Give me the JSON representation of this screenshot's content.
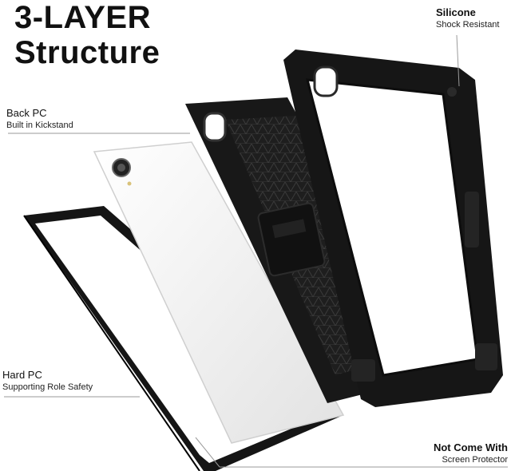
{
  "headline": {
    "line1": "3-LAYER",
    "line2": "Structure"
  },
  "callouts": {
    "silicone": {
      "title": "Silicone",
      "subtitle": "Shock Resistant"
    },
    "back_pc": {
      "title": "Back PC",
      "subtitle": "Built in Kickstand"
    },
    "hard_pc": {
      "title": "Hard PC",
      "subtitle": "Supporting Role Safety"
    },
    "screen_protector": {
      "title": "Not Come With",
      "subtitle": "Screen Protector"
    }
  },
  "colors": {
    "case_black": "#141414",
    "tablet_white": "#f4f4f4",
    "leader_line": "#9a9a9a"
  }
}
